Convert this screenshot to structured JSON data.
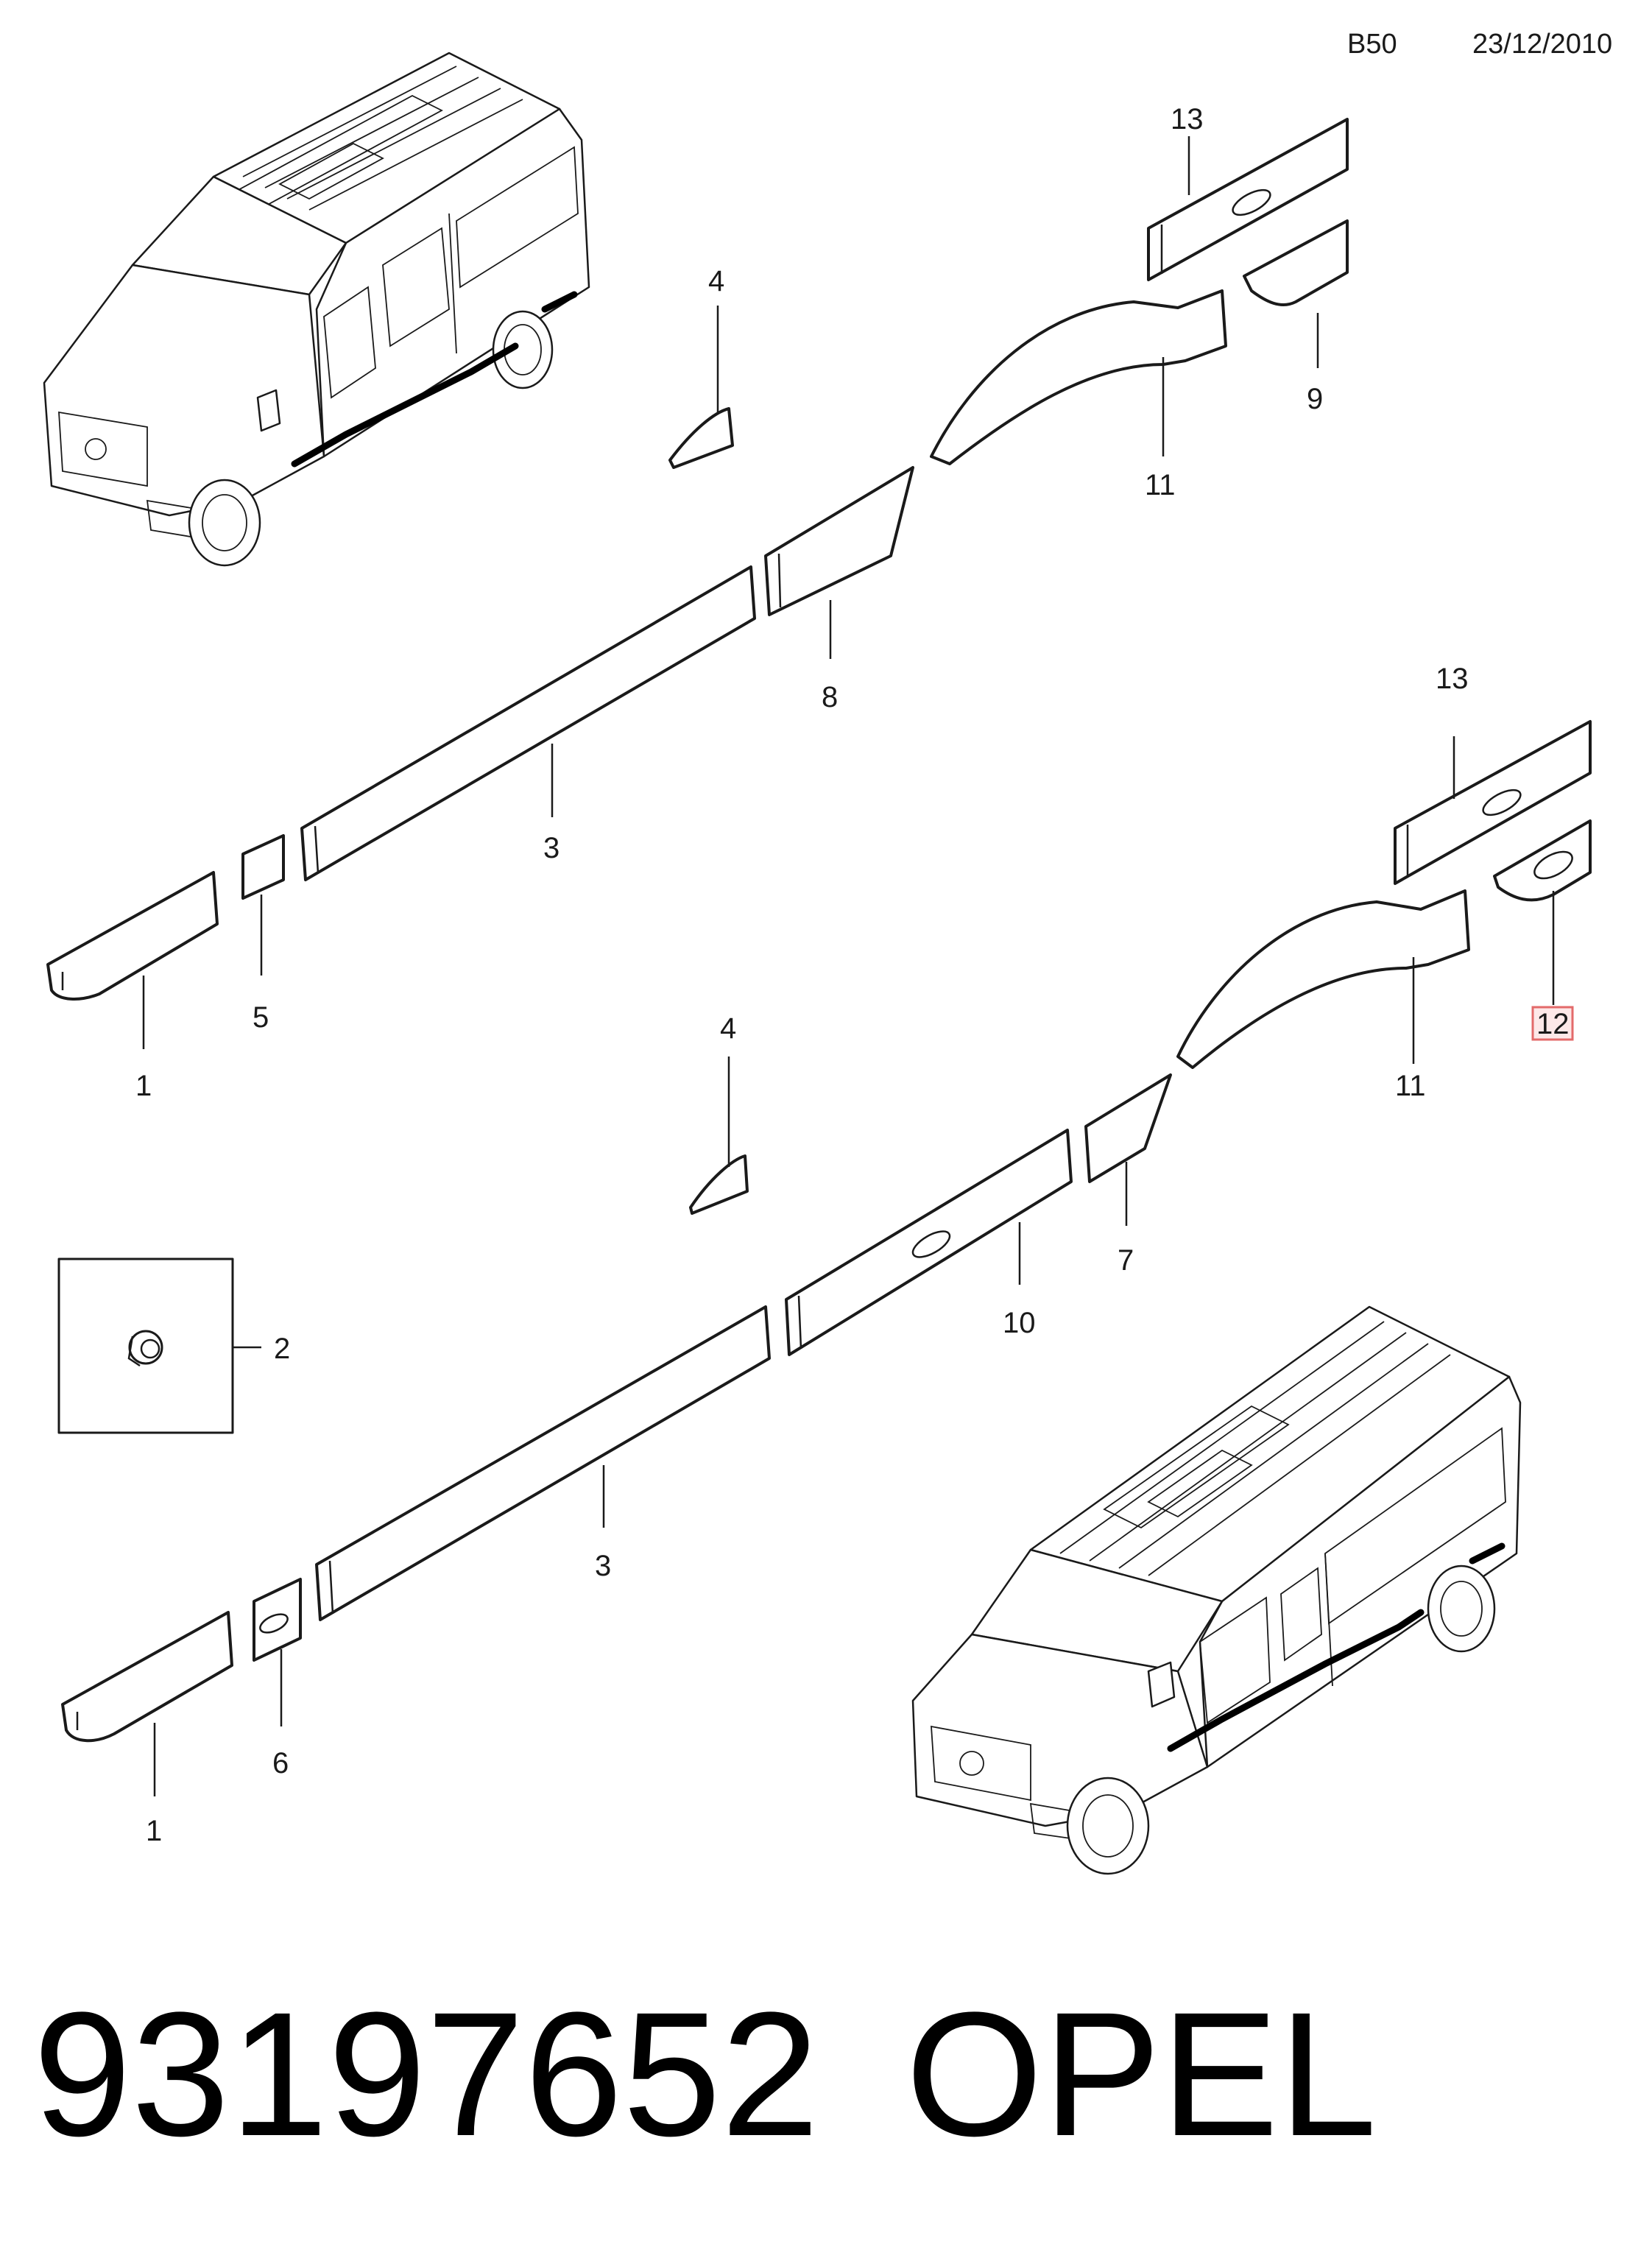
{
  "header": {
    "group_code": "B50",
    "date": "23/12/2010"
  },
  "callouts": {
    "top": {
      "c13": "13",
      "c4": "4",
      "c9": "9",
      "c11": "11",
      "c8": "8",
      "c3": "3",
      "c5": "5",
      "c1": "1"
    },
    "bottom": {
      "c13": "13",
      "c12": "12",
      "c11": "11",
      "c4": "4",
      "c7": "7",
      "c10": "10",
      "c2": "2",
      "c3": "3",
      "c6": "6",
      "c1": "1"
    }
  },
  "highlighted_callout": "12",
  "highlight_color": "#e36a6a",
  "footer": {
    "part_number": "93197652",
    "brand": "OPEL"
  }
}
